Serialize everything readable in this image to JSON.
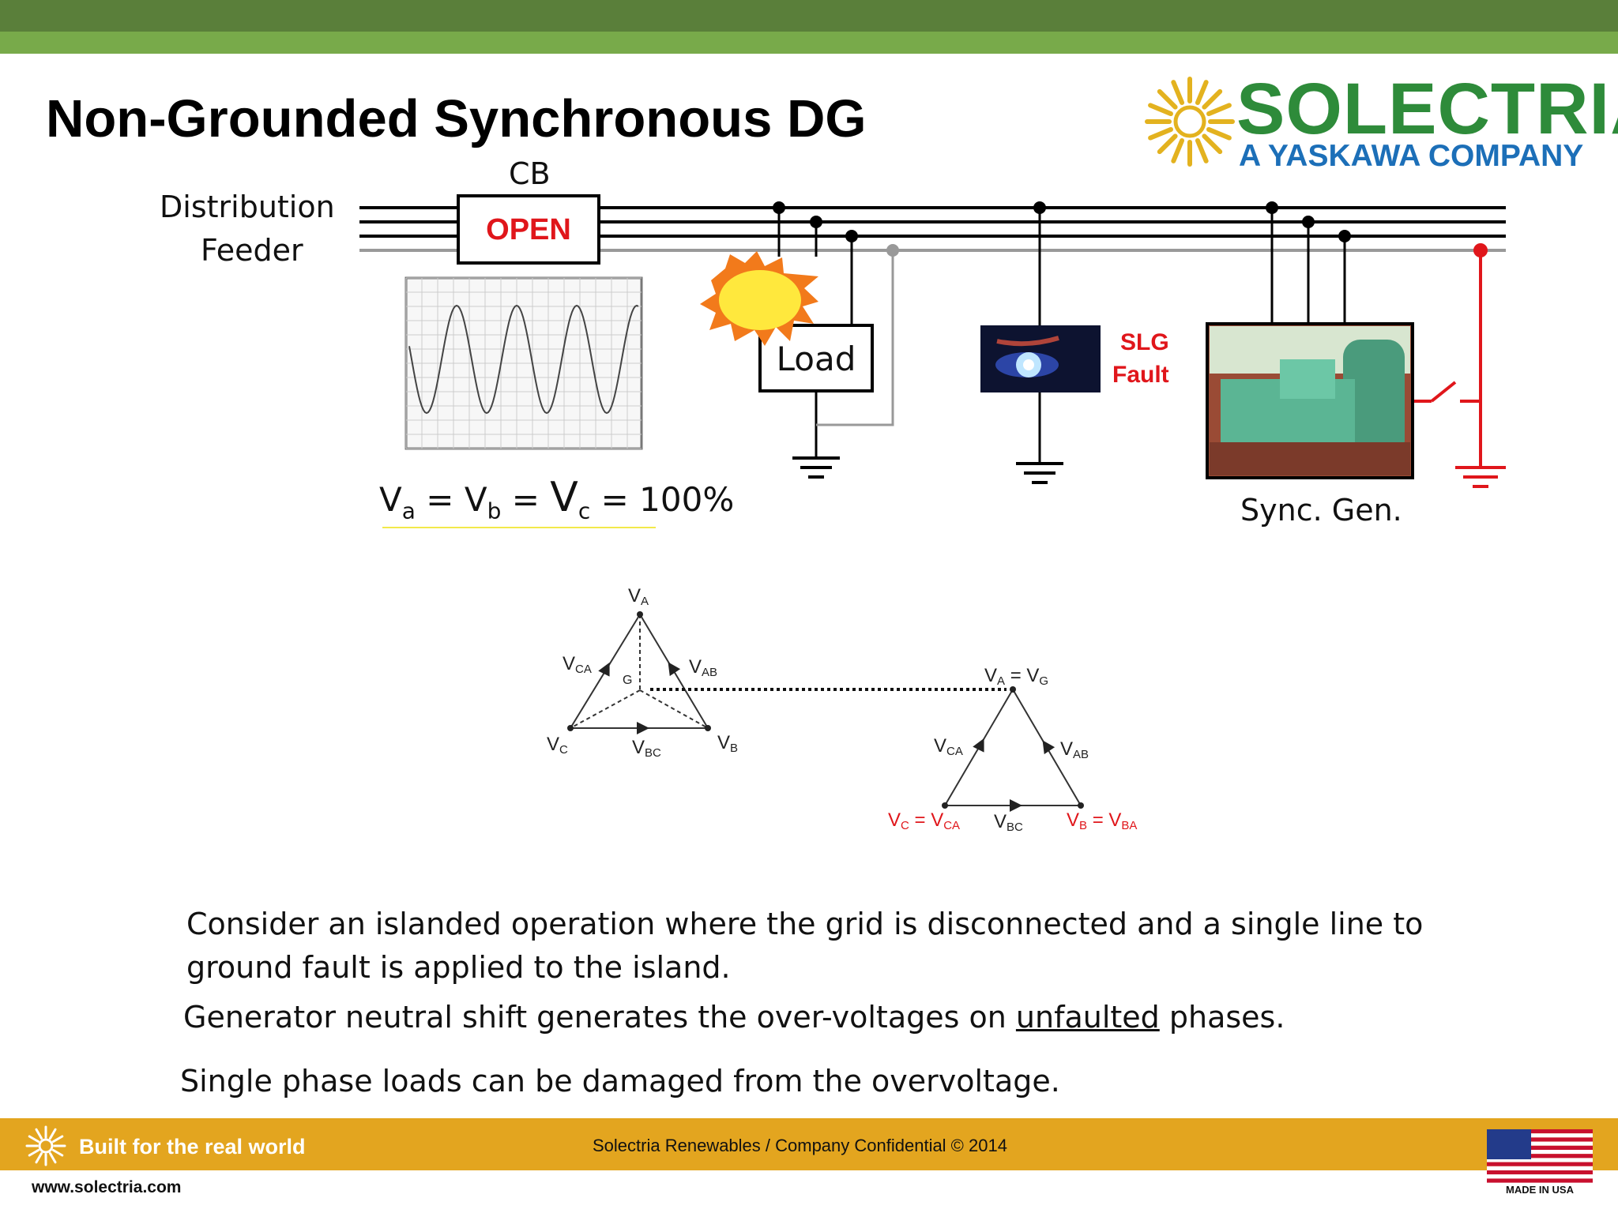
{
  "slide": {
    "title": "Non-Grounded Synchronous DG",
    "logo": {
      "name": "SOLECTRIA",
      "tagline": "A YASKAWA COMPANY"
    }
  },
  "diagram": {
    "cb_label": "CB",
    "feeder_line1": "Distribution",
    "feeder_line2": "Feeder",
    "cb_state": "OPEN",
    "load_label": "Load",
    "fault_line1": "SLG",
    "fault_line2": "Fault",
    "generator_label": "Sync. Gen.",
    "voltage_eq": {
      "va": "V",
      "va_sub": "a",
      "vb": "V",
      "vb_sub": "b",
      "vc": "V",
      "vc_sub": "c",
      "eq_sign": "=",
      "value": "100%"
    }
  },
  "phasors": {
    "left": {
      "va": "V",
      "va_sub": "A",
      "vb": "V",
      "vb_sub": "B",
      "vc": "V",
      "vc_sub": "C",
      "vab": "V",
      "vab_sub": "AB",
      "vbc": "V",
      "vbc_sub": "BC",
      "vca": "V",
      "vca_sub": "CA",
      "g": "G"
    },
    "right": {
      "top": "V",
      "top_sub": "A",
      "top_eq": " = V",
      "top_eq_sub": "G",
      "vca": "V",
      "vca_sub": "CA",
      "vab": "V",
      "vab_sub": "AB",
      "vbc": "V",
      "vbc_sub": "BC",
      "left_bottom": "V",
      "left_bottom_sub": "C",
      "left_bottom_eq": " = V",
      "left_bottom_eq_sub": "CA",
      "right_bottom": "V",
      "right_bottom_sub": "B",
      "right_bottom_eq": " = V",
      "right_bottom_eq_sub": "BA"
    }
  },
  "body": {
    "p1": "Consider an islanded operation where the grid is disconnected and a single line to",
    "p2": "ground fault is applied to the island.",
    "p3_before": "Generator neutral shift generates the over-voltages on ",
    "p3_underlined": "unfaulted",
    "p3_after": " phases.",
    "p4": "Single phase loads can be damaged from the overvoltage."
  },
  "footer": {
    "slogan": "Built for the real world",
    "confidential": "Solectria Renewables / Company Confidential © 2014",
    "url": "www.solectria.com",
    "flag_caption": "MADE IN USA"
  },
  "colors": {
    "top_bar_dark": "#5a7f3a",
    "top_bar_light": "#78aa4a",
    "footer": "#e3a51f",
    "fault_red": "#e0161b",
    "logo_green": "#2e8b3a",
    "logo_blue": "#1c6fb8"
  }
}
